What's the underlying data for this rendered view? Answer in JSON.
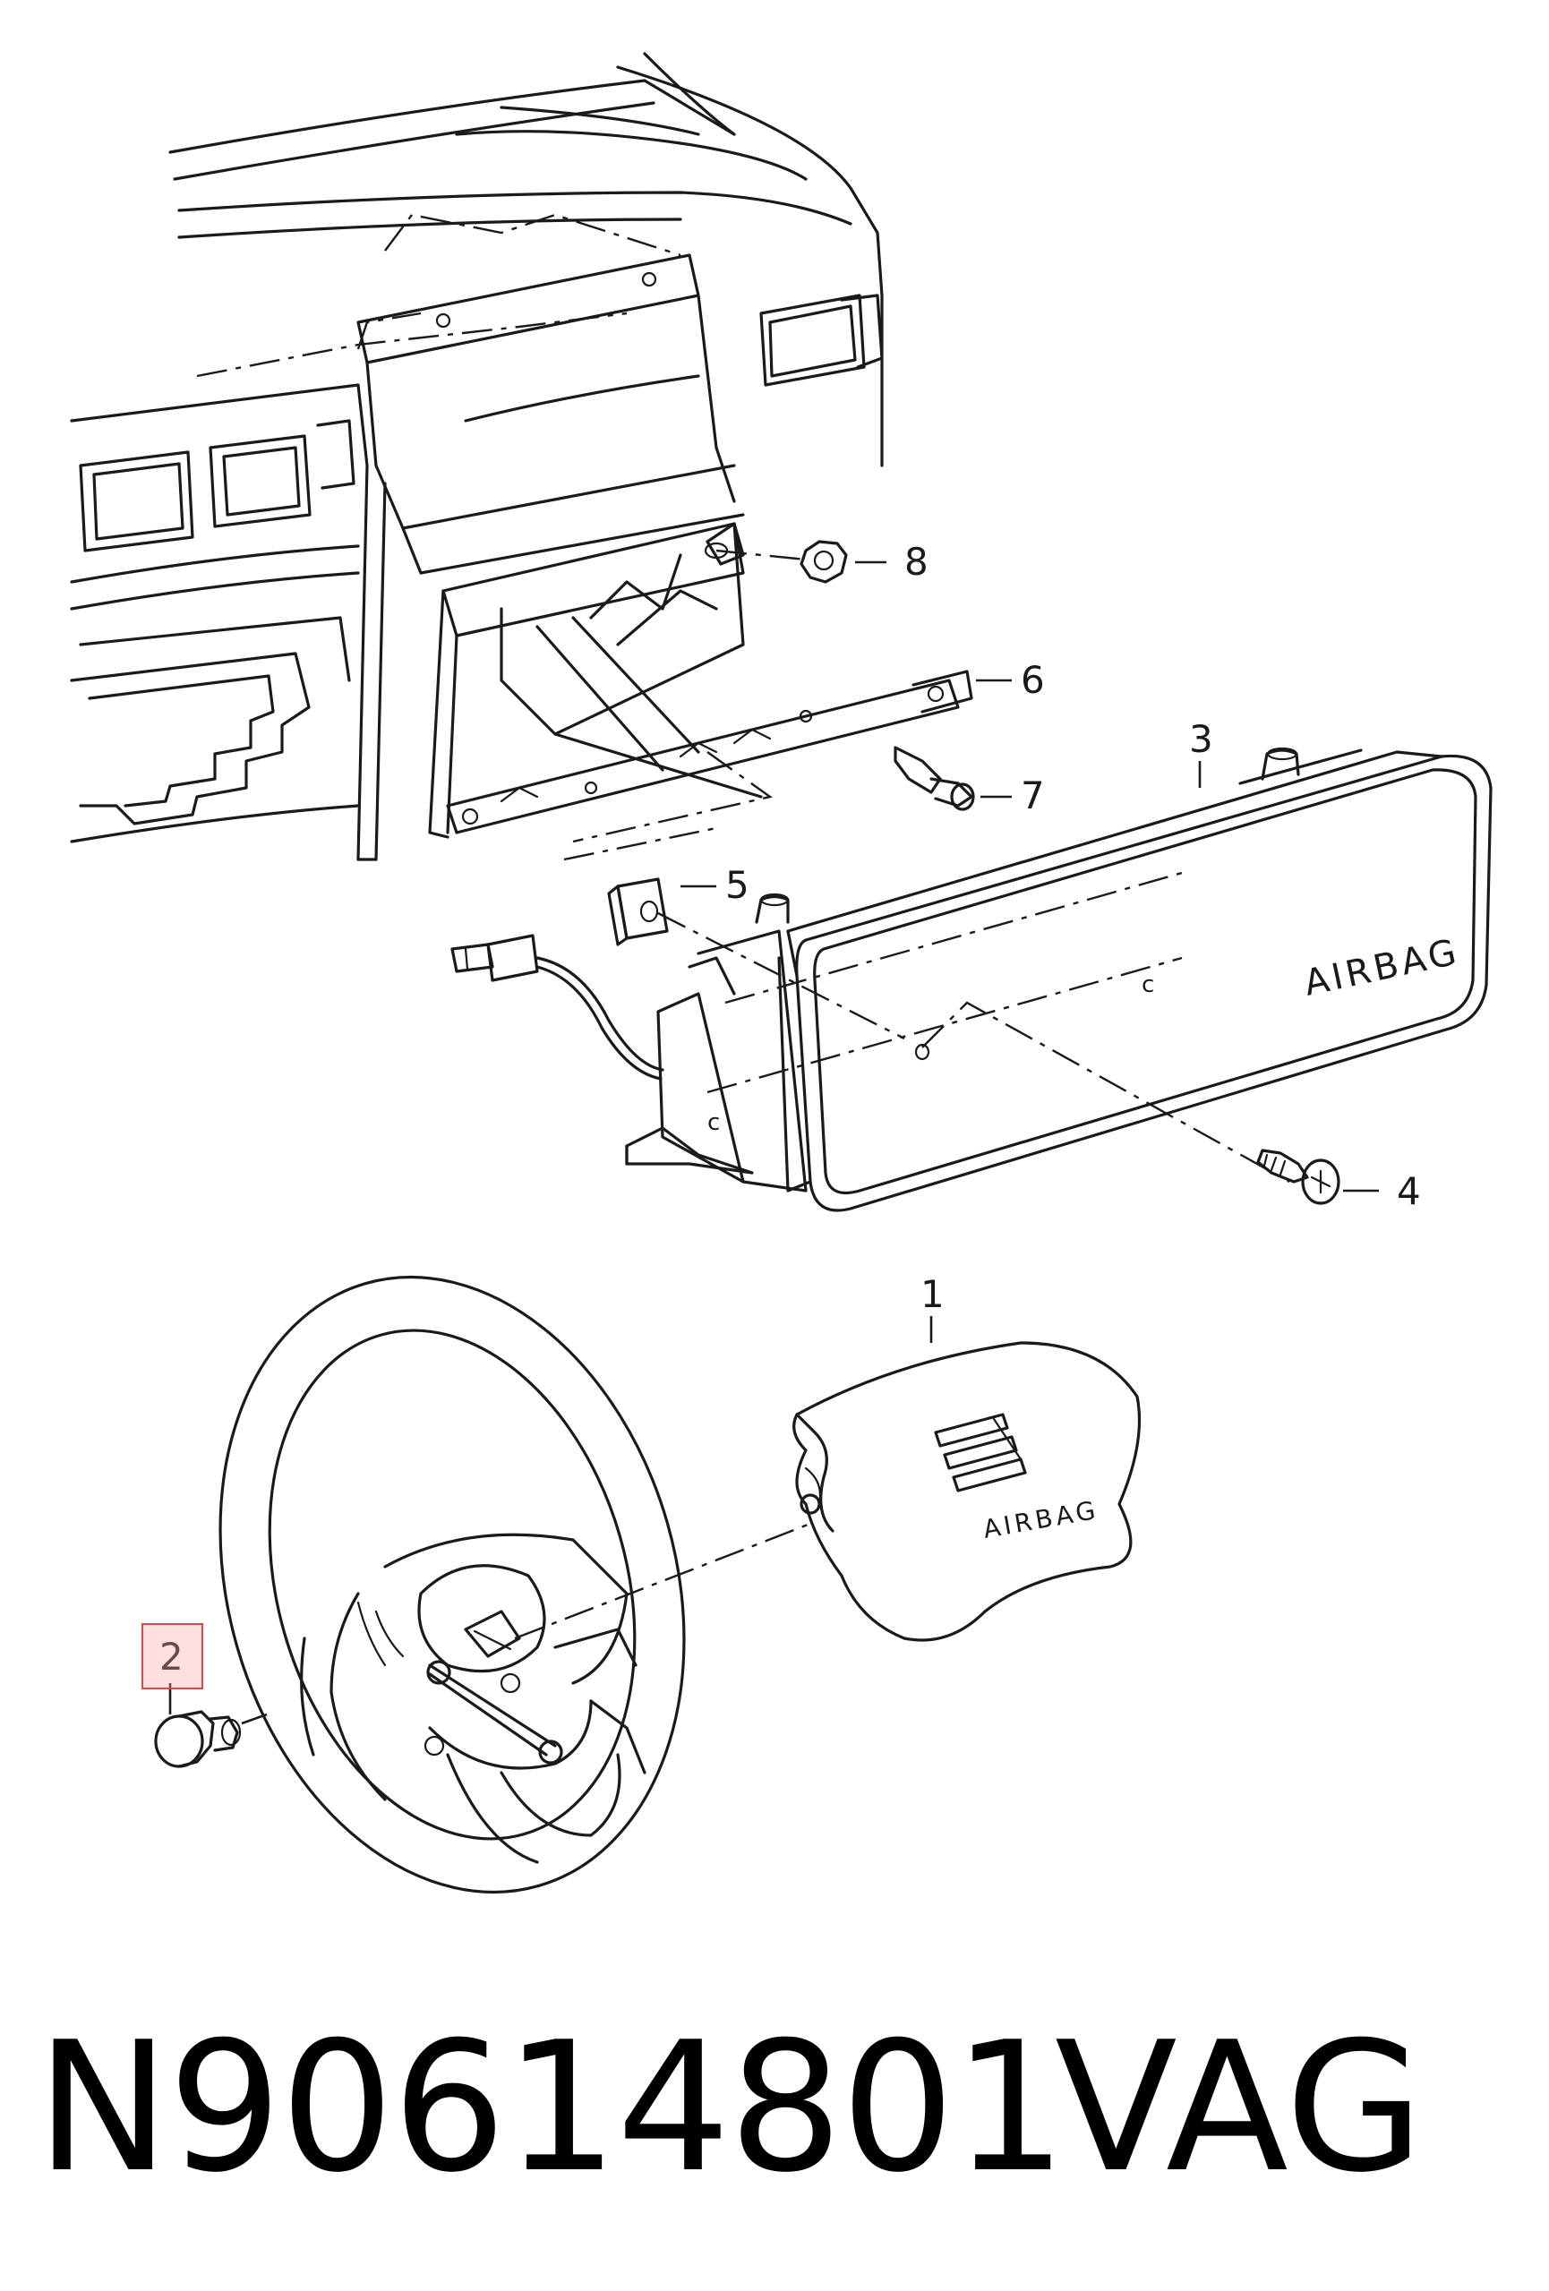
{
  "diagram": {
    "callouts": [
      {
        "id": "1",
        "label": "1"
      },
      {
        "id": "2",
        "label": "2"
      },
      {
        "id": "3",
        "label": "3"
      },
      {
        "id": "4",
        "label": "4"
      },
      {
        "id": "5",
        "label": "5"
      },
      {
        "id": "6",
        "label": "6"
      },
      {
        "id": "7",
        "label": "7"
      },
      {
        "id": "8",
        "label": "8"
      }
    ],
    "highlighted_callout": "2",
    "part_markings": {
      "dashboard_airbag": "AIRBAG",
      "steering_airbag": "AIRBAG",
      "clip_mark_a": "c",
      "clip_mark_b": "c"
    }
  },
  "caption": {
    "part_number": "N90614801",
    "brand": "VAG"
  },
  "colors": {
    "line": "#1a1a1a",
    "highlight_border": "#d64a4a",
    "highlight_fill": "#ffa0a0"
  }
}
